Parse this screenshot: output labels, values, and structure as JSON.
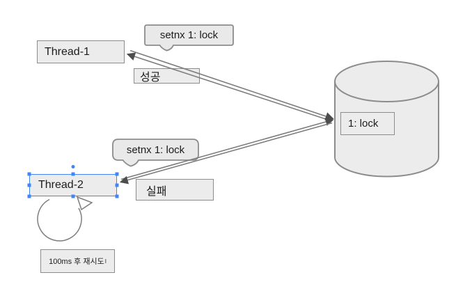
{
  "colors": {
    "accent_blue": "#4285f4",
    "shape_fill": "#ececec",
    "shape_stroke": "#8c8c8c",
    "line": "#7d7d7d",
    "arrowhead": "#4d4d4d",
    "text": "#1c1c1c"
  },
  "nodes": {
    "thread1": {
      "label": "Thread-1"
    },
    "thread2": {
      "label": "Thread-2",
      "selected": true
    },
    "database": {
      "value": "1: lock"
    },
    "retry": {
      "label": "100ms 후 재시도",
      "cursor": "I"
    }
  },
  "callouts": {
    "thread1_request": {
      "label": "setnx 1: lock"
    },
    "thread2_request": {
      "label": "setnx 1: lock"
    }
  },
  "results": {
    "thread1": {
      "label": "성공"
    },
    "thread2": {
      "label": "실패"
    }
  }
}
